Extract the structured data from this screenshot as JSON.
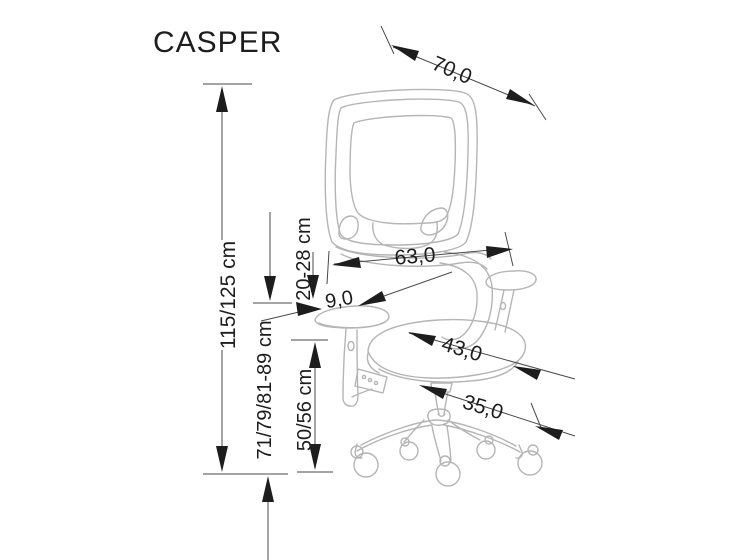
{
  "title": "CASPER",
  "drawing": {
    "subject": "office chair dimensional line drawing",
    "colors": {
      "background": "#ffffff",
      "chair_outline": "#b5b5b5",
      "dimension_lines": "#4a4a4a",
      "dimension_text": "#1d1d1d"
    }
  },
  "dimensions": {
    "backrest_diagonal_width": {
      "label": "70,0"
    },
    "backrest_width": {
      "label": "63,0"
    },
    "armrest_seat_range": {
      "label": "20-28 cm"
    },
    "armrest_pad": {
      "label": "9,0"
    },
    "seat_depth": {
      "label": "43,0"
    },
    "base_leg": {
      "label": "35,0"
    },
    "total_height": {
      "label": "115/125 cm"
    },
    "armrest_floor_height": {
      "label": "71/79/81-89 cm"
    },
    "seat_height": {
      "label": "50/56 cm"
    }
  }
}
